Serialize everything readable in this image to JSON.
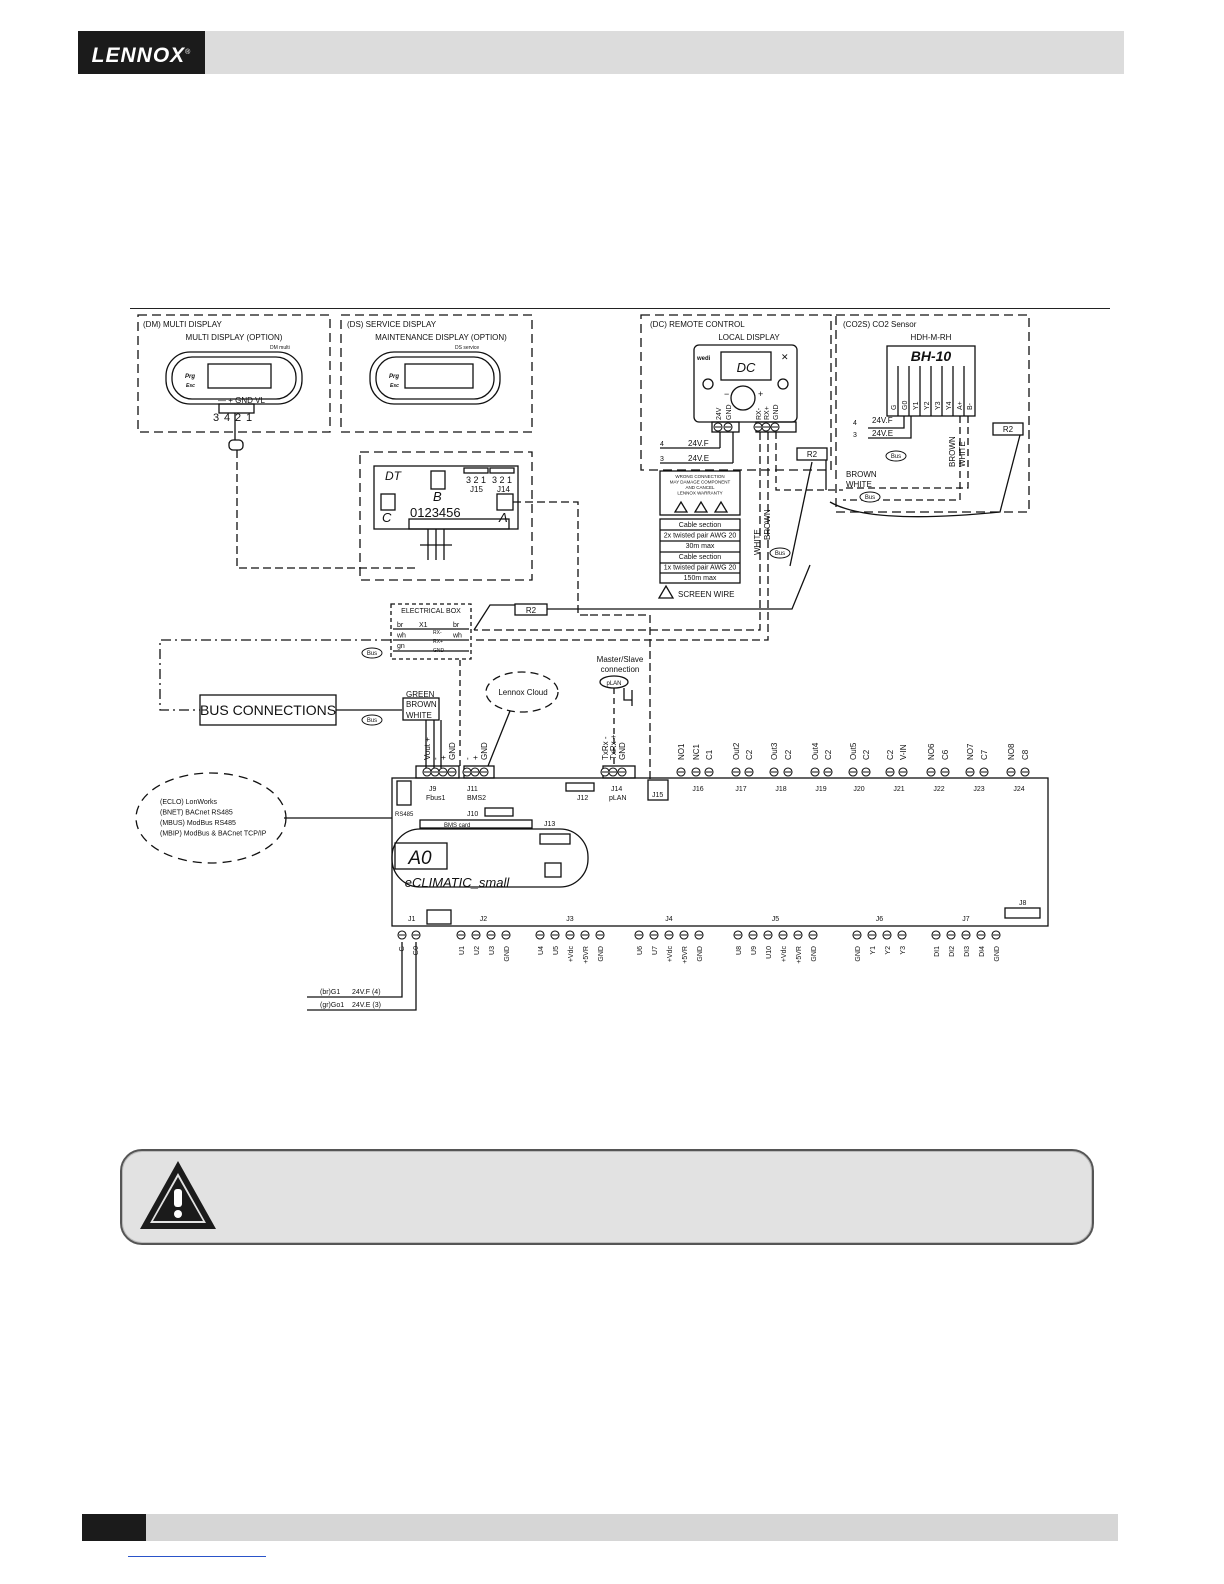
{
  "header": {
    "logo_text": "LENNOX"
  },
  "displays": {
    "dm": {
      "title": "(DM) MULTI DISPLAY",
      "subtitle": "MULTI DISPLAY (OPTION)",
      "model": "DM multi",
      "terminals_top": "— +  GND VL",
      "terminals_num": [
        "3",
        "4",
        "2",
        "1"
      ]
    },
    "ds": {
      "title": "(DS) SERVICE DISPLAY",
      "subtitle": "MAINTENANCE DISPLAY (OPTION)",
      "model": "DS service"
    },
    "keys": [
      "Prg",
      "Esc"
    ]
  },
  "dt": {
    "label": "DT",
    "port_b": "B",
    "port_c": "C",
    "port_a": "A",
    "j15": "J15",
    "j14": "J14",
    "pins_321": "3 2 1",
    "digits": "0123456"
  },
  "remote_control": {
    "title": "(DC) REMOTE CONTROL",
    "subtitle": "LOCAL DISPLAY",
    "screen": "DC",
    "pins": [
      "24V",
      "GND",
      "RX-",
      "RX+",
      "GND"
    ],
    "brand": "wedi"
  },
  "co2": {
    "title": "(CO2S) CO2 Sensor",
    "model": "HDH-M-RH",
    "label": "BH-10",
    "pins": [
      "G",
      "G0",
      "Y1",
      "Y2",
      "Y3",
      "Y4",
      "A+",
      "B-"
    ]
  },
  "wires": {
    "v24f": "24V.F",
    "v24e": "24V.E",
    "n4": "4",
    "n3": "3",
    "r2": "R2",
    "brown": "BROWN",
    "white": "WHITE",
    "green": "GREEN",
    "bus": "Bus"
  },
  "notice": {
    "lines": [
      "WRONG CONNECTION",
      "MAY DAMAGE COMPONENT",
      "AND CANCEL",
      "LENNOX WARRANTY"
    ]
  },
  "cable_table": [
    "Cable section",
    "2x twisted pair AWG 20",
    "30m max",
    "Cable section",
    "1x twisted pair AWG 20",
    "150m max"
  ],
  "screen_wire": "SCREEN  WIRE",
  "electrical_box": {
    "title": "ELECTRICAL BOX",
    "rows": [
      [
        "br",
        "X1",
        "br"
      ],
      [
        "wh",
        "",
        "wh"
      ],
      [
        "gn",
        "",
        ""
      ]
    ],
    "sig": [
      "RX-",
      "RX+",
      "GND"
    ]
  },
  "bus_connections": "BUS CONNECTIONS",
  "lennox_cloud": "Lennox Cloud",
  "master_slave": [
    "Master/Slave",
    "connection"
  ],
  "plan": "pLAN",
  "protocols": [
    "(ECLO) LonWorks",
    "(BNET) BACnet RS485",
    "(MBUS) ModBus RS485",
    "(MBIP) ModBus & BACnet TCP/IP"
  ],
  "controller": {
    "label": "A0",
    "name": "eCLIMATIC_small",
    "bms_card": "BMS card",
    "j9": [
      "J9",
      "Fbus1"
    ],
    "j11": [
      "J11",
      "BMS2"
    ],
    "j12": "J12",
    "j14": [
      "J14",
      "pLAN"
    ],
    "j10": "J10",
    "j13": "J13",
    "j15": "J15",
    "j8": "J8",
    "j1": "J1",
    "rs485": "RS485",
    "top_pins": {
      "j9": [
        "Vout +",
        "-",
        "+",
        "GND"
      ],
      "j11": [
        "-",
        "+",
        "GND"
      ],
      "j14": [
        "TxRx -",
        "TxRx +",
        "GND"
      ],
      "j16": [
        "NO1",
        "NC1",
        "C1"
      ],
      "j17": [
        "Out2",
        "C2"
      ],
      "j18": [
        "Out3",
        "C2"
      ],
      "j19": [
        "Out4",
        "C2"
      ],
      "j20": [
        "Out5",
        "C2"
      ],
      "j21": [
        "C2",
        "V-IN"
      ],
      "j22": [
        "NO6",
        "C6"
      ],
      "j23": [
        "NO7",
        "C7"
      ],
      "j24": [
        "NO8",
        "C8"
      ]
    },
    "top_labels": [
      "J16",
      "J17",
      "J18",
      "J19",
      "J20",
      "J21",
      "J22",
      "J23",
      "J24"
    ],
    "bottom_groups": [
      {
        "name": "J2",
        "pins": [
          "U1",
          "U2",
          "U3",
          "GND"
        ]
      },
      {
        "name": "J3",
        "pins": [
          "U4",
          "U5",
          "+Vdc",
          "+5VR",
          "GND"
        ]
      },
      {
        "name": "J4",
        "pins": [
          "U6",
          "U7",
          "+Vdc",
          "+5VR",
          "GND"
        ]
      },
      {
        "name": "J5",
        "pins": [
          "U8",
          "U9",
          "U10",
          "+Vdc",
          "+5VR",
          "GND"
        ]
      },
      {
        "name": "J6",
        "pins": [
          "GND",
          "Y1",
          "Y2",
          "Y3"
        ]
      },
      {
        "name": "J7",
        "pins": [
          "DI1",
          "DI2",
          "DI3",
          "DI4",
          "GND"
        ]
      }
    ],
    "j1_pins": [
      "G",
      "G0"
    ]
  },
  "power": [
    {
      "left": "(br)G1",
      "right": "24V.F (4)"
    },
    {
      "left": "(gr)Go1",
      "right": "24V.E (3)"
    }
  ]
}
